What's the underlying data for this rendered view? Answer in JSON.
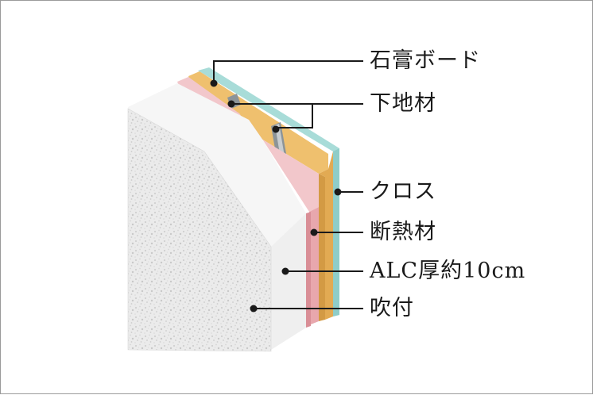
{
  "labels": {
    "gypsum_board": "石膏ボード",
    "furring": "下地材",
    "cloth": "クロス",
    "insulation": "断熱材",
    "alc": "ALC厚約10cm",
    "spray_finish": "吹付"
  },
  "colors": {
    "frame": "#9a9a9a",
    "leader": "#1a1a1a",
    "spray_face": "#e9e9e9",
    "alc_face": "#f4f4f4",
    "pink_layer": "#e8a7ad",
    "pink_layer_face": "#f2c7cb",
    "gypsum_layer": "#e2aa53",
    "gypsum_layer_light": "#efc06e",
    "cloth_layer": "#a8dcd8",
    "furring_metal": "#8c9498"
  }
}
